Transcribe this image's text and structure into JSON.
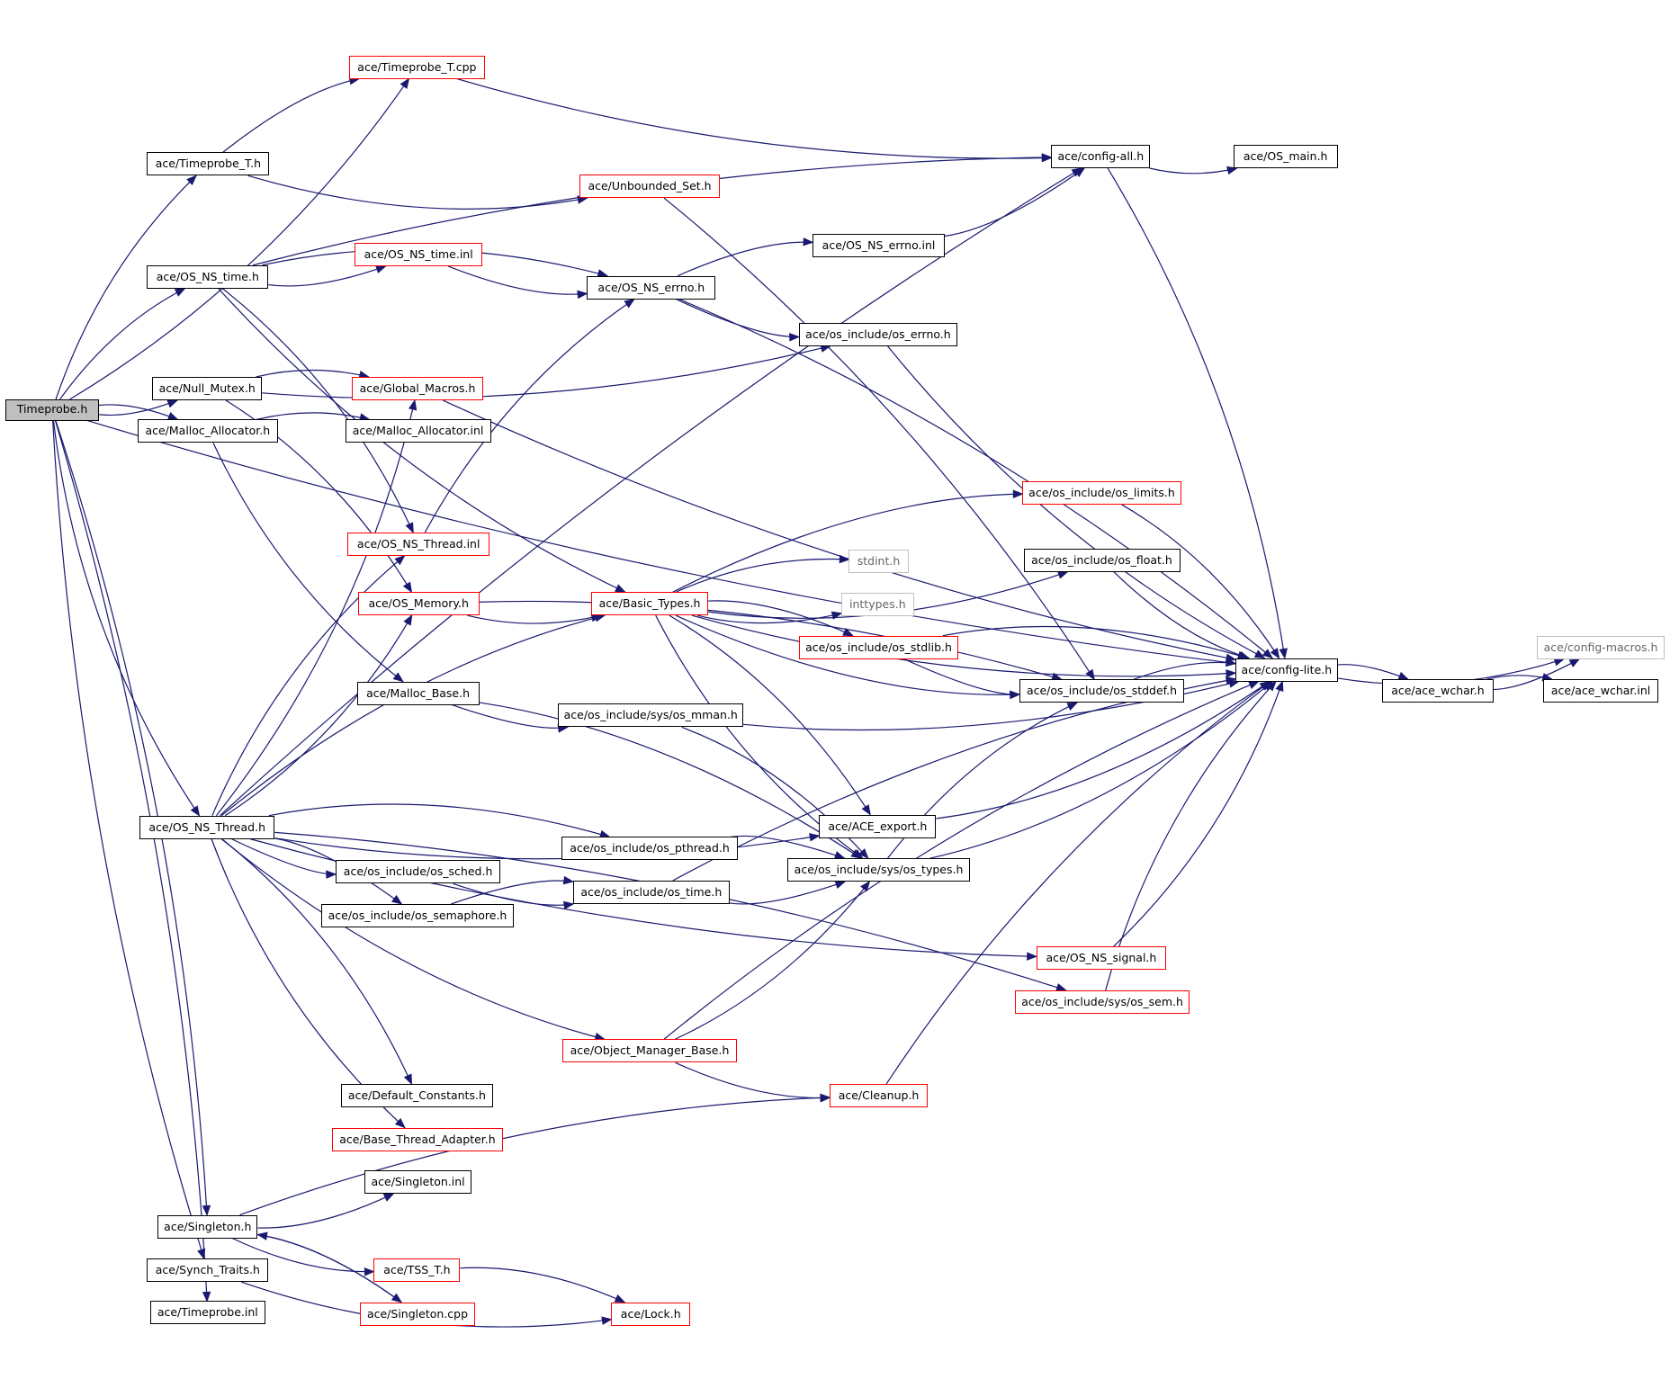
{
  "diagram": {
    "colors": {
      "edge": "#191970",
      "border_normal": "#000000",
      "border_incomplete": "#ff0000",
      "border_external": "#bfbfbf",
      "root_fill": "#bfbfbf"
    },
    "nodes": [
      {
        "id": "timeprobe_h",
        "label": "Timeprobe.h",
        "kind": "root"
      },
      {
        "id": "timeprobe_t_cpp",
        "label": "ace/Timeprobe_T.cpp",
        "kind": "red"
      },
      {
        "id": "timeprobe_t_h",
        "label": "ace/Timeprobe_T.h",
        "kind": "normal"
      },
      {
        "id": "unbounded_set_h",
        "label": "ace/Unbounded_Set.h",
        "kind": "red"
      },
      {
        "id": "config_all_h",
        "label": "ace/config-all.h",
        "kind": "normal"
      },
      {
        "id": "os_main_h",
        "label": "ace/OS_main.h",
        "kind": "normal"
      },
      {
        "id": "os_ns_errno_inl",
        "label": "ace/OS_NS_errno.inl",
        "kind": "normal"
      },
      {
        "id": "os_ns_time_h",
        "label": "ace/OS_NS_time.h",
        "kind": "normal"
      },
      {
        "id": "os_ns_time_inl",
        "label": "ace/OS_NS_time.inl",
        "kind": "red"
      },
      {
        "id": "os_ns_errno_h",
        "label": "ace/OS_NS_errno.h",
        "kind": "normal"
      },
      {
        "id": "os_errno_h",
        "label": "ace/os_include/os_errno.h",
        "kind": "normal"
      },
      {
        "id": "null_mutex_h",
        "label": "ace/Null_Mutex.h",
        "kind": "normal"
      },
      {
        "id": "global_macros_h",
        "label": "ace/Global_Macros.h",
        "kind": "red"
      },
      {
        "id": "malloc_allocator_h",
        "label": "ace/Malloc_Allocator.h",
        "kind": "normal"
      },
      {
        "id": "malloc_allocator_inl",
        "label": "ace/Malloc_Allocator.inl",
        "kind": "normal"
      },
      {
        "id": "os_limits_h",
        "label": "ace/os_include/os_limits.h",
        "kind": "red"
      },
      {
        "id": "os_ns_thread_inl",
        "label": "ace/OS_NS_Thread.inl",
        "kind": "red"
      },
      {
        "id": "stdint_h",
        "label": "stdint.h",
        "kind": "gray"
      },
      {
        "id": "os_float_h",
        "label": "ace/os_include/os_float.h",
        "kind": "normal"
      },
      {
        "id": "os_memory_h",
        "label": "ace/OS_Memory.h",
        "kind": "red"
      },
      {
        "id": "basic_types_h",
        "label": "ace/Basic_Types.h",
        "kind": "red"
      },
      {
        "id": "inttypes_h",
        "label": "inttypes.h",
        "kind": "gray"
      },
      {
        "id": "os_stdlib_h",
        "label": "ace/os_include/os_stdlib.h",
        "kind": "red"
      },
      {
        "id": "config_macros_h",
        "label": "ace/config-macros.h",
        "kind": "gray"
      },
      {
        "id": "config_lite_h",
        "label": "ace/config-lite.h",
        "kind": "normal"
      },
      {
        "id": "malloc_base_h",
        "label": "ace/Malloc_Base.h",
        "kind": "normal"
      },
      {
        "id": "os_stddef_h",
        "label": "ace/os_include/os_stddef.h",
        "kind": "normal"
      },
      {
        "id": "ace_wchar_h",
        "label": "ace/ace_wchar.h",
        "kind": "normal"
      },
      {
        "id": "ace_wchar_inl",
        "label": "ace/ace_wchar.inl",
        "kind": "normal"
      },
      {
        "id": "os_mman_h",
        "label": "ace/os_include/sys/os_mman.h",
        "kind": "normal"
      },
      {
        "id": "os_ns_thread_h",
        "label": "ace/OS_NS_Thread.h",
        "kind": "normal"
      },
      {
        "id": "ace_export_h",
        "label": "ace/ACE_export.h",
        "kind": "normal"
      },
      {
        "id": "os_pthread_h",
        "label": "ace/os_include/os_pthread.h",
        "kind": "normal"
      },
      {
        "id": "os_sched_h",
        "label": "ace/os_include/os_sched.h",
        "kind": "normal"
      },
      {
        "id": "os_types_h",
        "label": "ace/os_include/sys/os_types.h",
        "kind": "normal"
      },
      {
        "id": "os_time_h",
        "label": "ace/os_include/os_time.h",
        "kind": "normal"
      },
      {
        "id": "os_semaphore_h",
        "label": "ace/os_include/os_semaphore.h",
        "kind": "normal"
      },
      {
        "id": "os_ns_signal_h",
        "label": "ace/OS_NS_signal.h",
        "kind": "red"
      },
      {
        "id": "os_sem_h",
        "label": "ace/os_include/sys/os_sem.h",
        "kind": "red"
      },
      {
        "id": "object_manager_base_h",
        "label": "ace/Object_Manager_Base.h",
        "kind": "red"
      },
      {
        "id": "cleanup_h",
        "label": "ace/Cleanup.h",
        "kind": "red"
      },
      {
        "id": "default_constants_h",
        "label": "ace/Default_Constants.h",
        "kind": "normal"
      },
      {
        "id": "base_thread_adapter_h",
        "label": "ace/Base_Thread_Adapter.h",
        "kind": "red"
      },
      {
        "id": "singleton_inl",
        "label": "ace/Singleton.inl",
        "kind": "normal"
      },
      {
        "id": "singleton_h",
        "label": "ace/Singleton.h",
        "kind": "normal"
      },
      {
        "id": "tss_t_h",
        "label": "ace/TSS_T.h",
        "kind": "red"
      },
      {
        "id": "synch_traits_h",
        "label": "ace/Synch_Traits.h",
        "kind": "normal"
      },
      {
        "id": "singleton_cpp",
        "label": "ace/Singleton.cpp",
        "kind": "red"
      },
      {
        "id": "lock_h",
        "label": "ace/Lock.h",
        "kind": "red"
      },
      {
        "id": "timeprobe_inl",
        "label": "ace/Timeprobe.inl",
        "kind": "normal"
      }
    ],
    "edges": [
      [
        "timeprobe_h",
        "timeprobe_t_cpp"
      ],
      [
        "timeprobe_h",
        "timeprobe_t_h"
      ],
      [
        "timeprobe_h",
        "config_lite_h"
      ],
      [
        "timeprobe_h",
        "os_ns_time_h"
      ],
      [
        "timeprobe_h",
        "null_mutex_h"
      ],
      [
        "timeprobe_h",
        "malloc_allocator_h"
      ],
      [
        "timeprobe_h",
        "os_ns_thread_h"
      ],
      [
        "timeprobe_h",
        "singleton_h"
      ],
      [
        "timeprobe_h",
        "synch_traits_h"
      ],
      [
        "timeprobe_h",
        "timeprobe_inl"
      ],
      [
        "timeprobe_t_cpp",
        "config_all_h"
      ],
      [
        "timeprobe_t_h",
        "timeprobe_t_cpp"
      ],
      [
        "timeprobe_t_h",
        "unbounded_set_h"
      ],
      [
        "unbounded_set_h",
        "os_stddef_h"
      ],
      [
        "config_all_h",
        "os_main_h"
      ],
      [
        "config_all_h",
        "config_lite_h"
      ],
      [
        "os_ns_errno_inl",
        "config_all_h"
      ],
      [
        "os_ns_time_h",
        "config_all_h"
      ],
      [
        "os_ns_time_h",
        "os_ns_time_inl"
      ],
      [
        "os_ns_time_h",
        "os_ns_errno_h"
      ],
      [
        "os_ns_time_h",
        "basic_types_h"
      ],
      [
        "os_ns_time_h",
        "os_ns_thread_inl"
      ],
      [
        "os_ns_time_inl",
        "os_ns_errno_h"
      ],
      [
        "os_ns_errno_h",
        "os_ns_errno_inl"
      ],
      [
        "os_ns_errno_h",
        "os_errno_h"
      ],
      [
        "os_ns_errno_h",
        "config_lite_h"
      ],
      [
        "os_errno_h",
        "config_lite_h"
      ],
      [
        "null_mutex_h",
        "global_macros_h"
      ],
      [
        "null_mutex_h",
        "os_errno_h"
      ],
      [
        "null_mutex_h",
        "os_memory_h"
      ],
      [
        "global_macros_h",
        "config_lite_h"
      ],
      [
        "malloc_allocator_h",
        "malloc_allocator_inl"
      ],
      [
        "malloc_allocator_h",
        "malloc_base_h"
      ],
      [
        "os_ns_thread_inl",
        "os_ns_errno_h"
      ],
      [
        "os_memory_h",
        "basic_types_h"
      ],
      [
        "os_memory_h",
        "os_stddef_h"
      ],
      [
        "basic_types_h",
        "config_lite_h"
      ],
      [
        "basic_types_h",
        "os_limits_h"
      ],
      [
        "basic_types_h",
        "os_float_h"
      ],
      [
        "basic_types_h",
        "stdint_h"
      ],
      [
        "basic_types_h",
        "inttypes_h"
      ],
      [
        "basic_types_h",
        "os_stdlib_h"
      ],
      [
        "basic_types_h",
        "os_stddef_h"
      ],
      [
        "basic_types_h",
        "ace_export_h"
      ],
      [
        "basic_types_h",
        "os_types_h"
      ],
      [
        "os_limits_h",
        "config_lite_h"
      ],
      [
        "os_float_h",
        "config_lite_h"
      ],
      [
        "os_stdlib_h",
        "config_lite_h"
      ],
      [
        "os_stdlib_h",
        "os_stddef_h"
      ],
      [
        "os_stddef_h",
        "config_lite_h"
      ],
      [
        "config_lite_h",
        "config_macros_h"
      ],
      [
        "config_lite_h",
        "ace_wchar_h"
      ],
      [
        "ace_wchar_h",
        "config_macros_h"
      ],
      [
        "ace_wchar_h",
        "ace_wchar_inl"
      ],
      [
        "malloc_base_h",
        "os_mman_h"
      ],
      [
        "malloc_base_h",
        "os_types_h"
      ],
      [
        "os_mman_h",
        "config_lite_h"
      ],
      [
        "os_mman_h",
        "os_types_h"
      ],
      [
        "os_ns_thread_h",
        "global_macros_h"
      ],
      [
        "os_ns_thread_h",
        "config_all_h"
      ],
      [
        "os_ns_thread_h",
        "os_memory_h"
      ],
      [
        "os_ns_thread_h",
        "basic_types_h"
      ],
      [
        "os_ns_thread_h",
        "ace_export_h"
      ],
      [
        "os_ns_thread_h",
        "os_pthread_h"
      ],
      [
        "os_ns_thread_h",
        "os_sched_h"
      ],
      [
        "os_ns_thread_h",
        "os_semaphore_h"
      ],
      [
        "os_ns_thread_h",
        "os_ns_signal_h"
      ],
      [
        "os_ns_thread_h",
        "os_sem_h"
      ],
      [
        "os_ns_thread_h",
        "object_manager_base_h"
      ],
      [
        "os_ns_thread_h",
        "default_constants_h"
      ],
      [
        "os_ns_thread_h",
        "base_thread_adapter_h"
      ],
      [
        "os_ns_thread_h",
        "os_ns_thread_inl"
      ],
      [
        "ace_export_h",
        "config_lite_h"
      ],
      [
        "os_pthread_h",
        "os_types_h"
      ],
      [
        "os_sched_h",
        "os_time_h"
      ],
      [
        "os_semaphore_h",
        "os_time_h"
      ],
      [
        "os_types_h",
        "config_lite_h"
      ],
      [
        "os_types_h",
        "os_stddef_h"
      ],
      [
        "os_time_h",
        "os_types_h"
      ],
      [
        "os_time_h",
        "config_lite_h"
      ],
      [
        "os_ns_signal_h",
        "config_lite_h"
      ],
      [
        "os_sem_h",
        "config_lite_h"
      ],
      [
        "object_manager_base_h",
        "cleanup_h"
      ],
      [
        "object_manager_base_h",
        "config_lite_h"
      ],
      [
        "object_manager_base_h",
        "os_types_h"
      ],
      [
        "cleanup_h",
        "config_lite_h"
      ],
      [
        "singleton_h",
        "singleton_inl"
      ],
      [
        "singleton_h",
        "cleanup_h"
      ],
      [
        "singleton_h",
        "tss_t_h"
      ],
      [
        "singleton_h",
        "singleton_cpp"
      ],
      [
        "singleton_cpp",
        "singleton_h"
      ],
      [
        "tss_t_h",
        "lock_h"
      ],
      [
        "synch_traits_h",
        "lock_h"
      ]
    ]
  }
}
